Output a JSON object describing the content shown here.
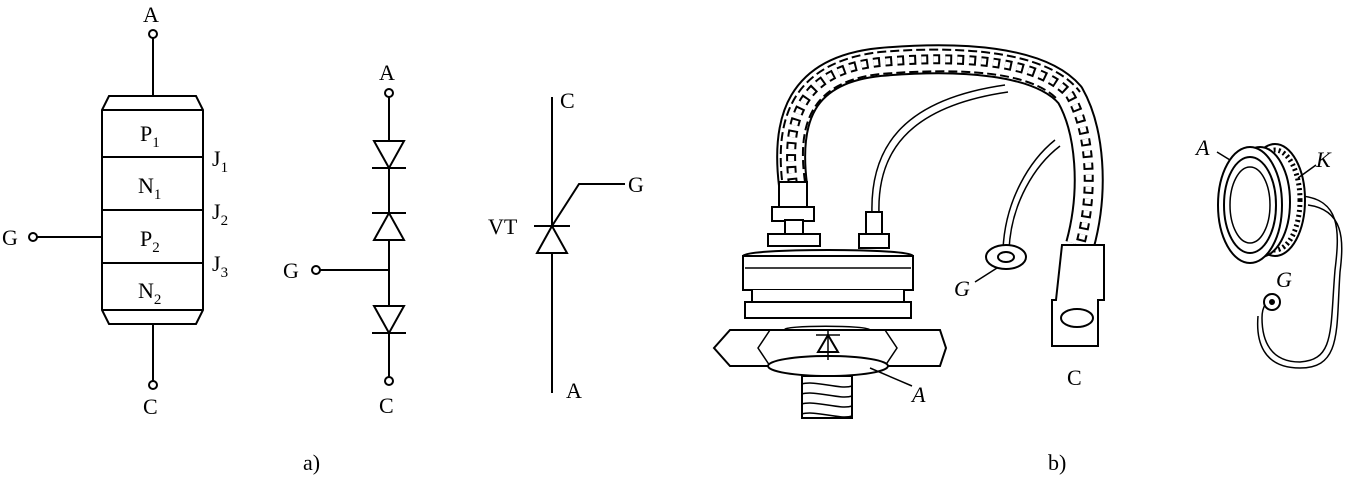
{
  "structure": {
    "terminal_anode": "A",
    "terminal_cathode": "C",
    "terminal_gate": "G",
    "layers": [
      {
        "name": "P",
        "sub": "1"
      },
      {
        "name": "N",
        "sub": "1"
      },
      {
        "name": "P",
        "sub": "2"
      },
      {
        "name": "N",
        "sub": "2"
      }
    ],
    "junctions": [
      {
        "name": "J",
        "sub": "1"
      },
      {
        "name": "J",
        "sub": "2"
      },
      {
        "name": "J",
        "sub": "3"
      }
    ]
  },
  "equivalent": {
    "terminal_anode": "A",
    "terminal_cathode": "C",
    "terminal_gate": "G"
  },
  "symbol": {
    "terminal_top": "C",
    "terminal_bottom": "A",
    "terminal_gate": "G",
    "device_label": "VT"
  },
  "stud_package": {
    "label_gate": "G",
    "label_anode": "A",
    "label_cathode": "C"
  },
  "disc_package": {
    "label_anode": "A",
    "label_cathode": "K",
    "label_gate": "G"
  },
  "captions": {
    "part_a": "a)",
    "part_b": "b)"
  }
}
